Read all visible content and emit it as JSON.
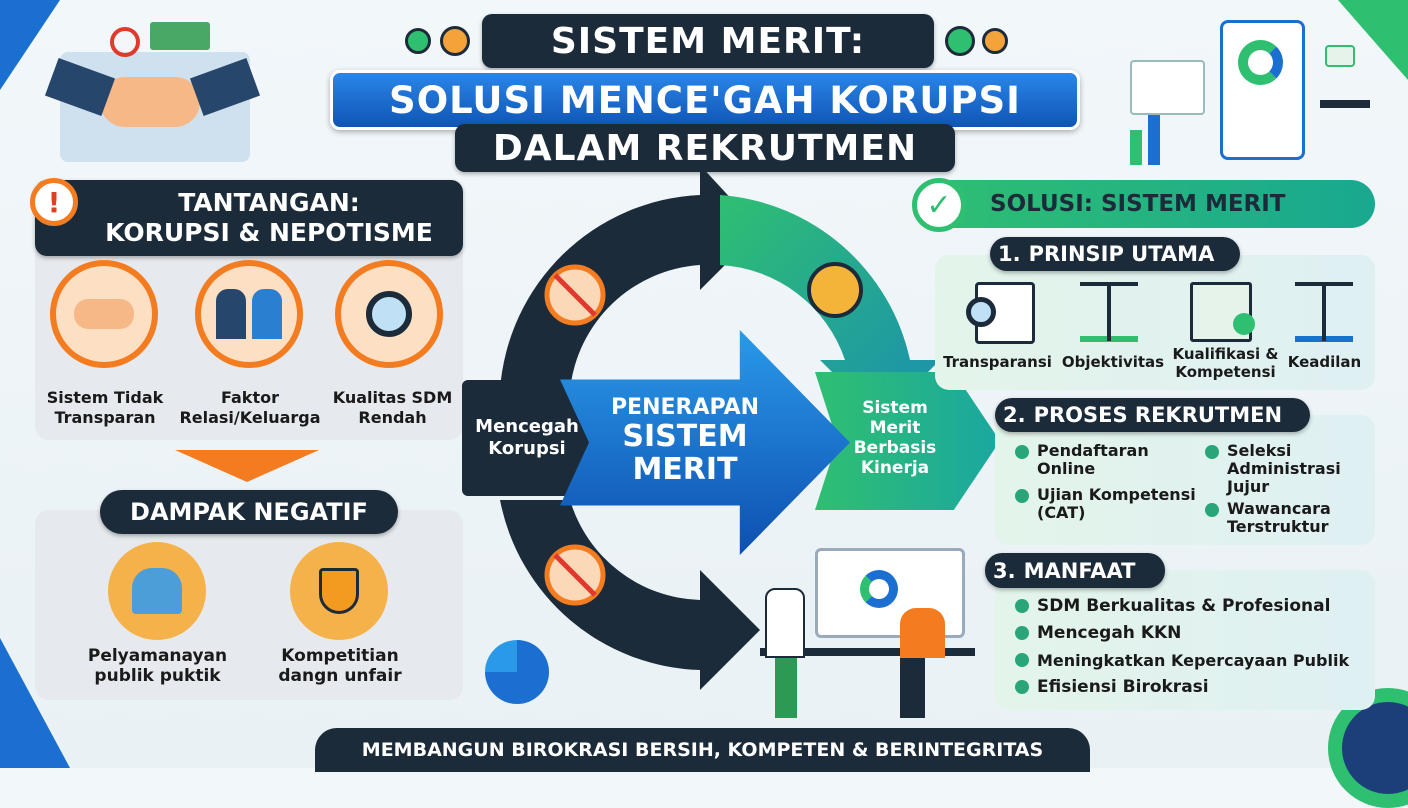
{
  "title": {
    "line1": "SISTEM MERIT:",
    "line2": "SOLUSI MENCE'GAH KORUPSI",
    "line3": "DALAM REKRUTMEN"
  },
  "challenge": {
    "header": "TANTANGAN:\nKORUPSI & NEPOTISME",
    "items": [
      {
        "label": "Sistem Tidak\nTransparan",
        "icon": "handshake-money-icon"
      },
      {
        "label": "Faktor\nRelasi/Keluarga",
        "icon": "family-relation-icon"
      },
      {
        "label": "Kualitas SDM\nRendah",
        "icon": "resume-search-icon"
      }
    ]
  },
  "impact": {
    "header": "DAMPAK NEGATIF",
    "items": [
      {
        "label": "Pelyamanayan\npublik puktik",
        "icon": "public-service-icon"
      },
      {
        "label": "Kompetitian\ndangn unfair",
        "icon": "trophy-scale-icon"
      }
    ]
  },
  "center": {
    "left": "Mencegah\nKorupsi",
    "main": "PENERAPAN",
    "main2": "SISTEM\nMERIT",
    "right": "Sistem\nMerit\nBerbasis\nKinerja"
  },
  "solution": {
    "header": "SOLUSI: SISTEM MERIT",
    "principles": {
      "num": "1.",
      "title": "PRINSIP UTAMA",
      "items": [
        "Transparansi",
        "Objektivitas",
        "Kualifikasi &\nKompetensi",
        "Keadilan"
      ]
    },
    "process": {
      "num": "2.",
      "title": "PROSES REKRUTMEN",
      "items": [
        "Pendaftaran\nOnline",
        "Seleksi\nAdministrasi\nJujur",
        "Ujian Kompetensi\n(CAT)",
        "Wawancara\nTerstruktur"
      ]
    },
    "benefits": {
      "num": "3.",
      "title": "MANFAAT",
      "items": [
        "SDM Berkualitas & Profesional",
        "Mencegah KKN",
        "Meningkatkan Kepercayaan Publik",
        "Efisiensi Birokrasi"
      ]
    }
  },
  "footer": "MEMBANGUN BIROKRASI BERSIH, KOMPETEN & BERINTEGRITAS",
  "colors": {
    "navy": "#1c2b3a",
    "blue": "#1a6fd1",
    "green": "#2fbf71",
    "orange": "#f47c20"
  }
}
